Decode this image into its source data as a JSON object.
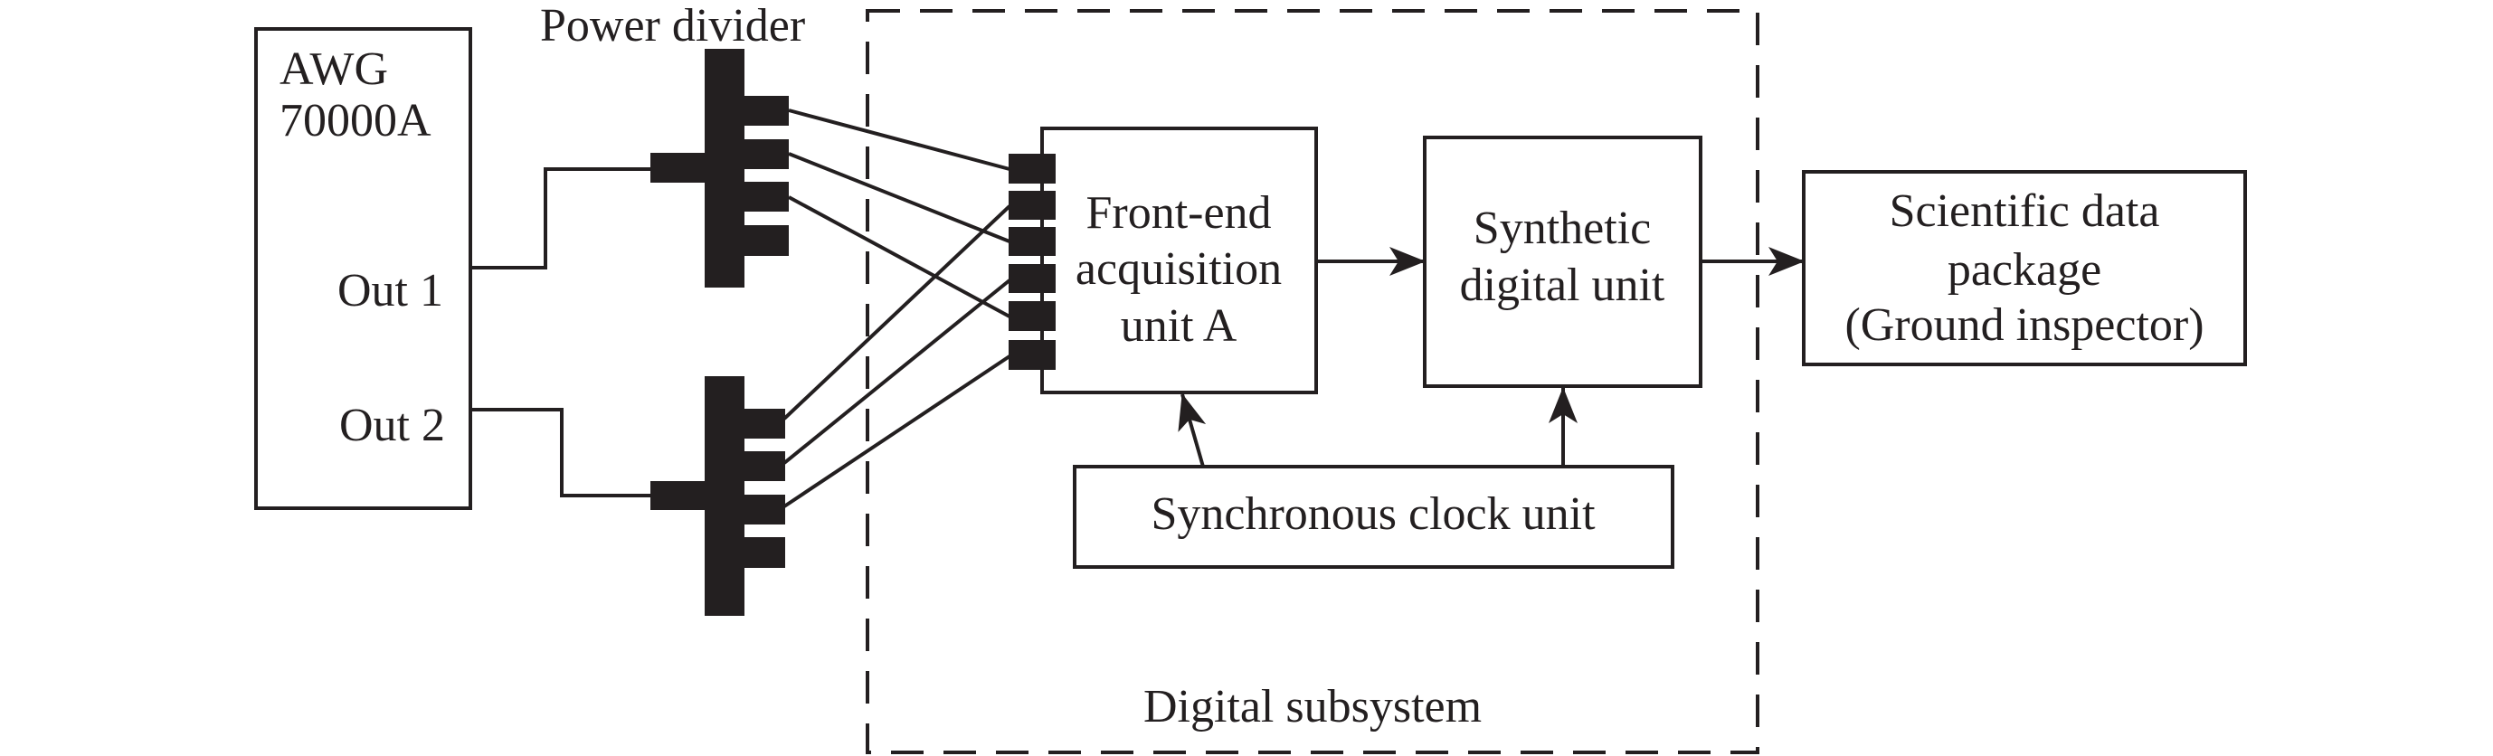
{
  "diagram": {
    "title_labels": {
      "power_divider": "Power divider",
      "digital_subsystem": "Digital subsystem"
    },
    "awg": {
      "lines": [
        "AWG",
        "70000A"
      ],
      "out1": "Out 1",
      "out2": "Out 2"
    },
    "front_end": {
      "lines": [
        "Front-end",
        "acquisition",
        "unit A"
      ],
      "connector_count": 6
    },
    "synthetic": {
      "lines": [
        "Synthetic",
        "digital unit"
      ]
    },
    "scientific": {
      "lines": [
        "Scientific data",
        "package",
        "(Ground inspector)"
      ]
    },
    "clock": {
      "label": "Synchronous clock unit"
    },
    "power_dividers": [
      {
        "name": "upper",
        "input": "Out 1",
        "outputs": 4,
        "routes_to_connectors": [
          1,
          3,
          5
        ]
      },
      {
        "name": "lower",
        "input": "Out 2",
        "outputs": 4,
        "routes_to_connectors": [
          2,
          4,
          6
        ]
      }
    ],
    "connections": [
      {
        "from": "AWG Out 1",
        "to": "Upper power divider"
      },
      {
        "from": "AWG Out 2",
        "to": "Lower power divider"
      },
      {
        "from": "Power dividers",
        "to": "Front-end acquisition unit A"
      },
      {
        "from": "Front-end acquisition unit A",
        "to": "Synthetic digital unit"
      },
      {
        "from": "Synthetic digital unit",
        "to": "Scientific data package (Ground inspector)"
      },
      {
        "from": "Synchronous clock unit",
        "to": "Front-end acquisition unit A"
      },
      {
        "from": "Synchronous clock unit",
        "to": "Synthetic digital unit"
      }
    ]
  }
}
